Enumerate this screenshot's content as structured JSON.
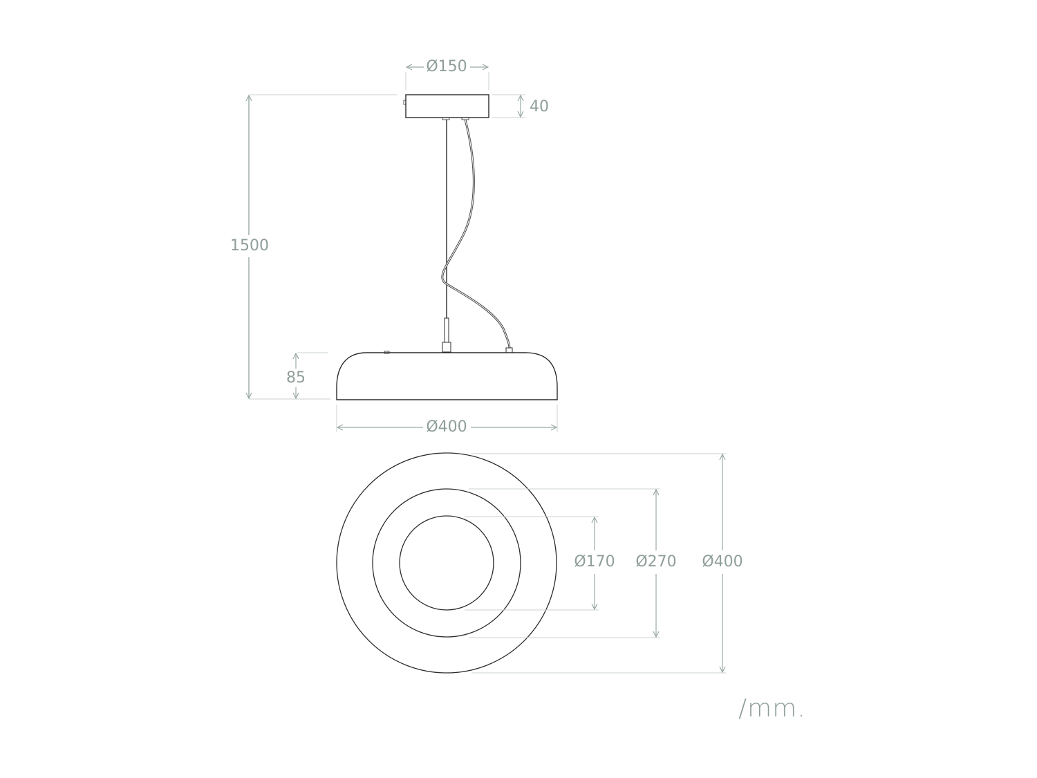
{
  "drawing": {
    "title": "Pendant lamp dimension drawing",
    "colors": {
      "outline": "#2b2b2b",
      "dimension": "#9aa9a6",
      "text": "#8f9e9b",
      "background": "#ffffff"
    },
    "side_view": {
      "canopy_diameter": "Ø150",
      "canopy_height": "40",
      "total_height": "1500",
      "shade_height": "85",
      "shade_diameter": "Ø400"
    },
    "top_view": {
      "inner_diameter": "Ø170",
      "middle_diameter": "Ø270",
      "outer_diameter": "Ø400"
    },
    "unit": "/mm."
  }
}
